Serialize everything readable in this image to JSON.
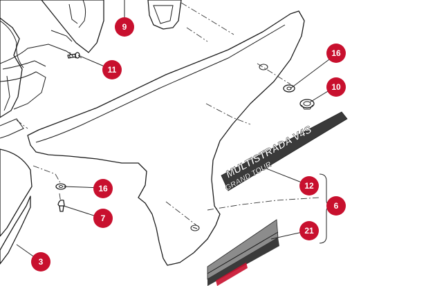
{
  "colors": {
    "callout": "#c8102e",
    "line": "#1a1a1a",
    "decal_dark": "#3a3a3a",
    "decal_mid": "#8c8c8c",
    "decal_red": "#c8102e"
  },
  "decal": {
    "line1": "MULTISTRADA V4S",
    "line2": "GRAND TOUR"
  },
  "callouts": [
    {
      "label": "9"
    },
    {
      "label": "11"
    },
    {
      "label": "16"
    },
    {
      "label": "10"
    },
    {
      "label": "16"
    },
    {
      "label": "7"
    },
    {
      "label": "12"
    },
    {
      "label": "6"
    },
    {
      "label": "21"
    },
    {
      "label": "3"
    }
  ]
}
